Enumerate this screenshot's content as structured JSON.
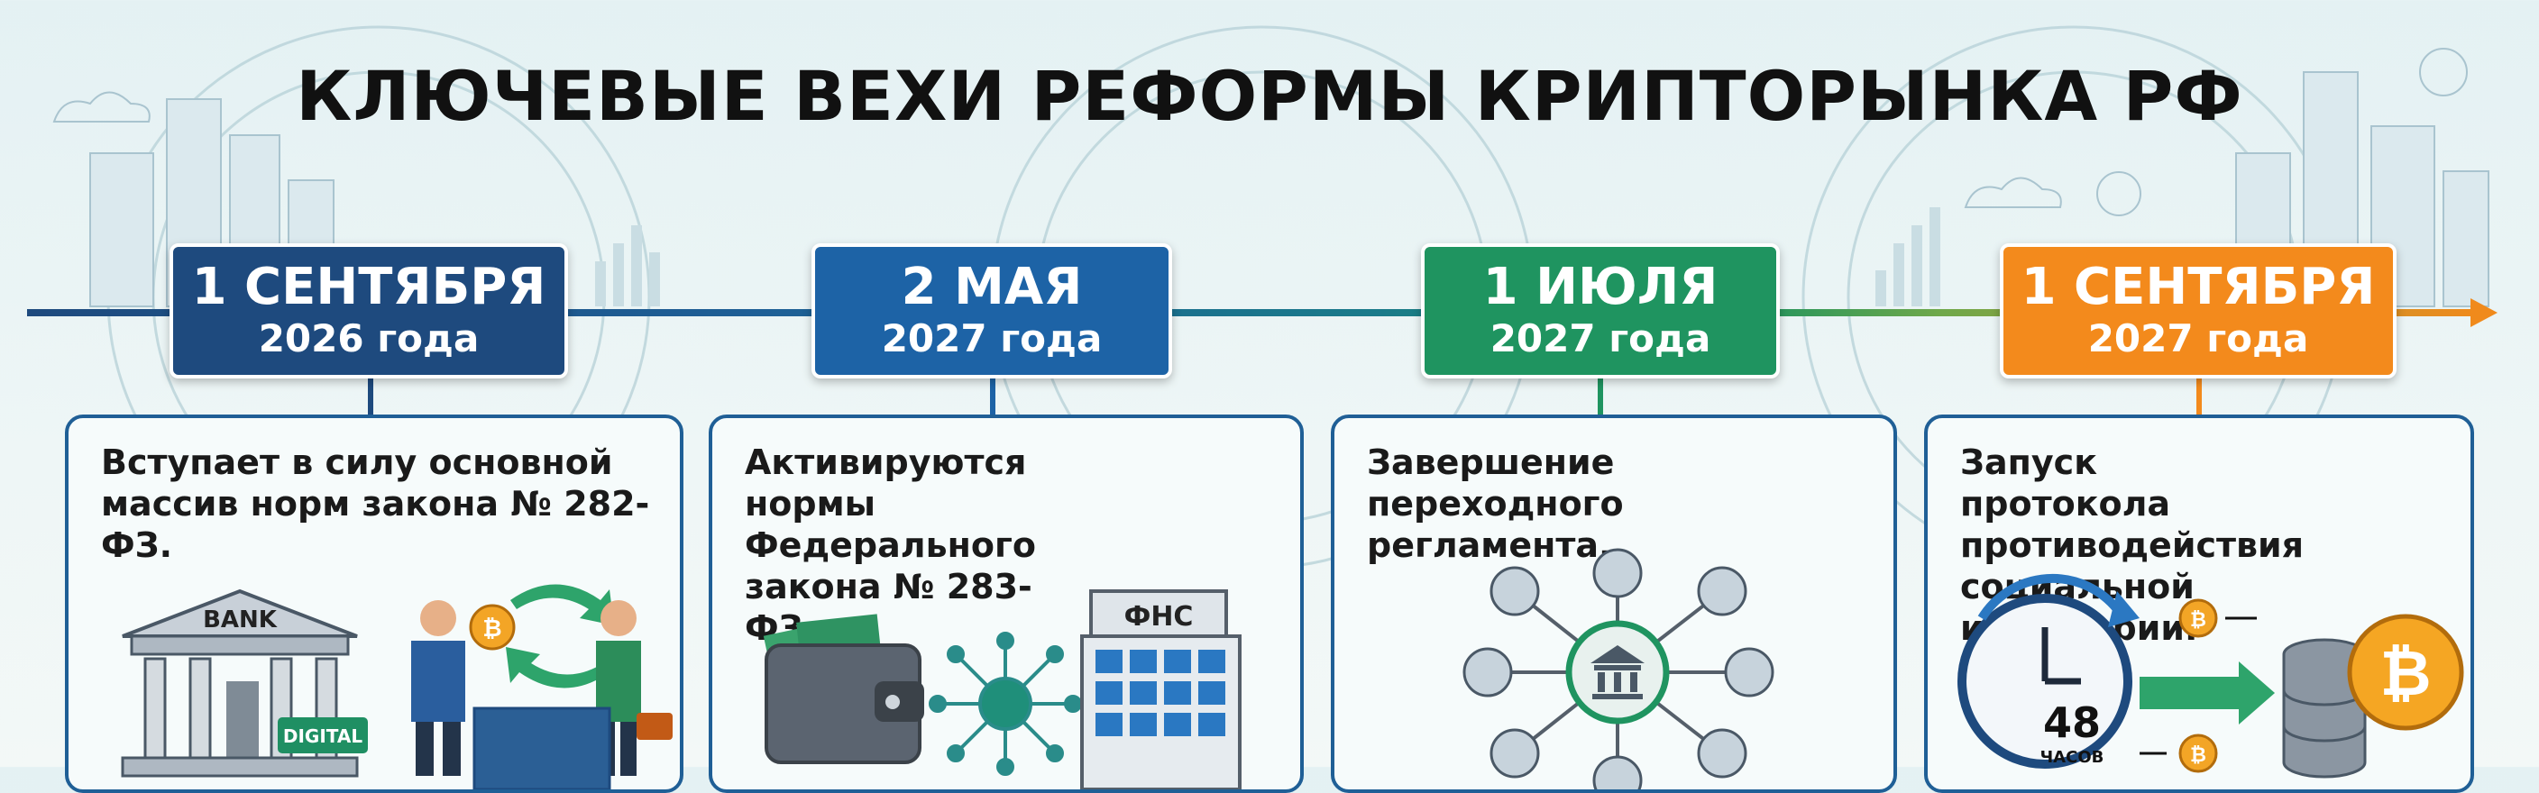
{
  "title": "КЛЮЧЕВЫЕ ВЕХИ РЕФОРМЫ КРИПТОРЫНКА РФ",
  "milestones": [
    {
      "date": "1 СЕНТЯБРЯ",
      "year": "2026 года",
      "color": "#1e4a7e",
      "text": "Вступает в силу основной массив норм закона № 282-ФЗ.",
      "bank_label": "BANK",
      "digital_label": "DIGITAL"
    },
    {
      "date": "2 МАЯ",
      "year": "2027 года",
      "color": "#1d63a6",
      "text": "Активируются нормы Федерального закона № 283-ФЗ.",
      "tax_label": "ФНС"
    },
    {
      "date": "1 ИЮЛЯ",
      "year": "2027 года",
      "color": "#1f9460",
      "text": "Завершение переходного регламента."
    },
    {
      "date": "1 СЕНТЯБРЯ",
      "year": "2027 года",
      "color": "#f38a1c",
      "text": "Запуск протокола противодействия социальной инженерии.",
      "hours_value": "48",
      "hours_label": "ЧАСОВ"
    }
  ]
}
